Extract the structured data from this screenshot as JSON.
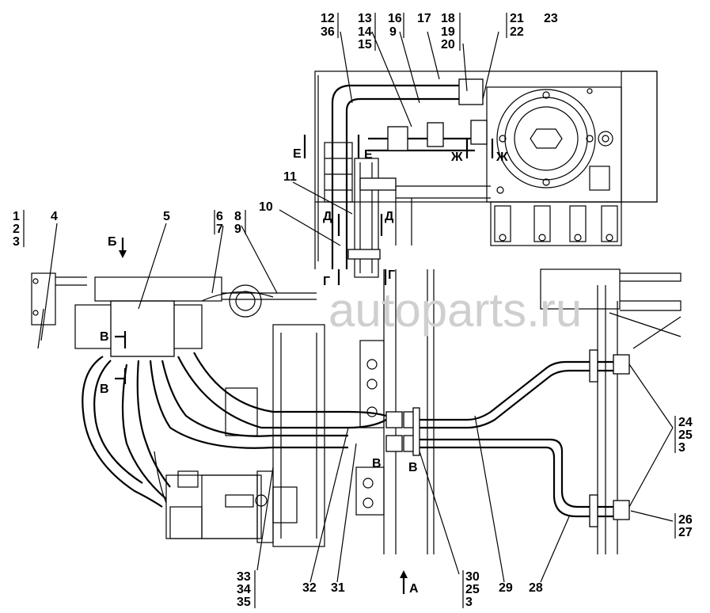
{
  "watermark": "autoparts.ru",
  "corner_mark": "",
  "callouts": {
    "c1": "1",
    "c2": "2",
    "c3": "3",
    "c4": "4",
    "c5": "5",
    "c6": "6",
    "c7": "7",
    "c8": "8",
    "c9": "9",
    "c10": "10",
    "c11": "11",
    "c12": "12",
    "c36": "36",
    "c13": "13",
    "c14": "14",
    "c15": "15",
    "c16": "16",
    "c9b": "9",
    "c17": "17",
    "c18": "18",
    "c19": "19",
    "c20": "20",
    "c21": "21",
    "c22": "22",
    "c23": "23",
    "c24": "24",
    "c25": "25",
    "c3b": "3",
    "c26": "26",
    "c27": "27",
    "c28": "28",
    "c29": "29",
    "c30": "30",
    "c25b": "25",
    "c3c": "3",
    "c31": "31",
    "c32": "32",
    "c33": "33",
    "c34": "34",
    "c35": "35"
  },
  "section_marks": {
    "A": "А",
    "B": "Б",
    "V": "В",
    "G": "Г",
    "D": "Д",
    "E": "Е",
    "ZH": "Ж"
  }
}
